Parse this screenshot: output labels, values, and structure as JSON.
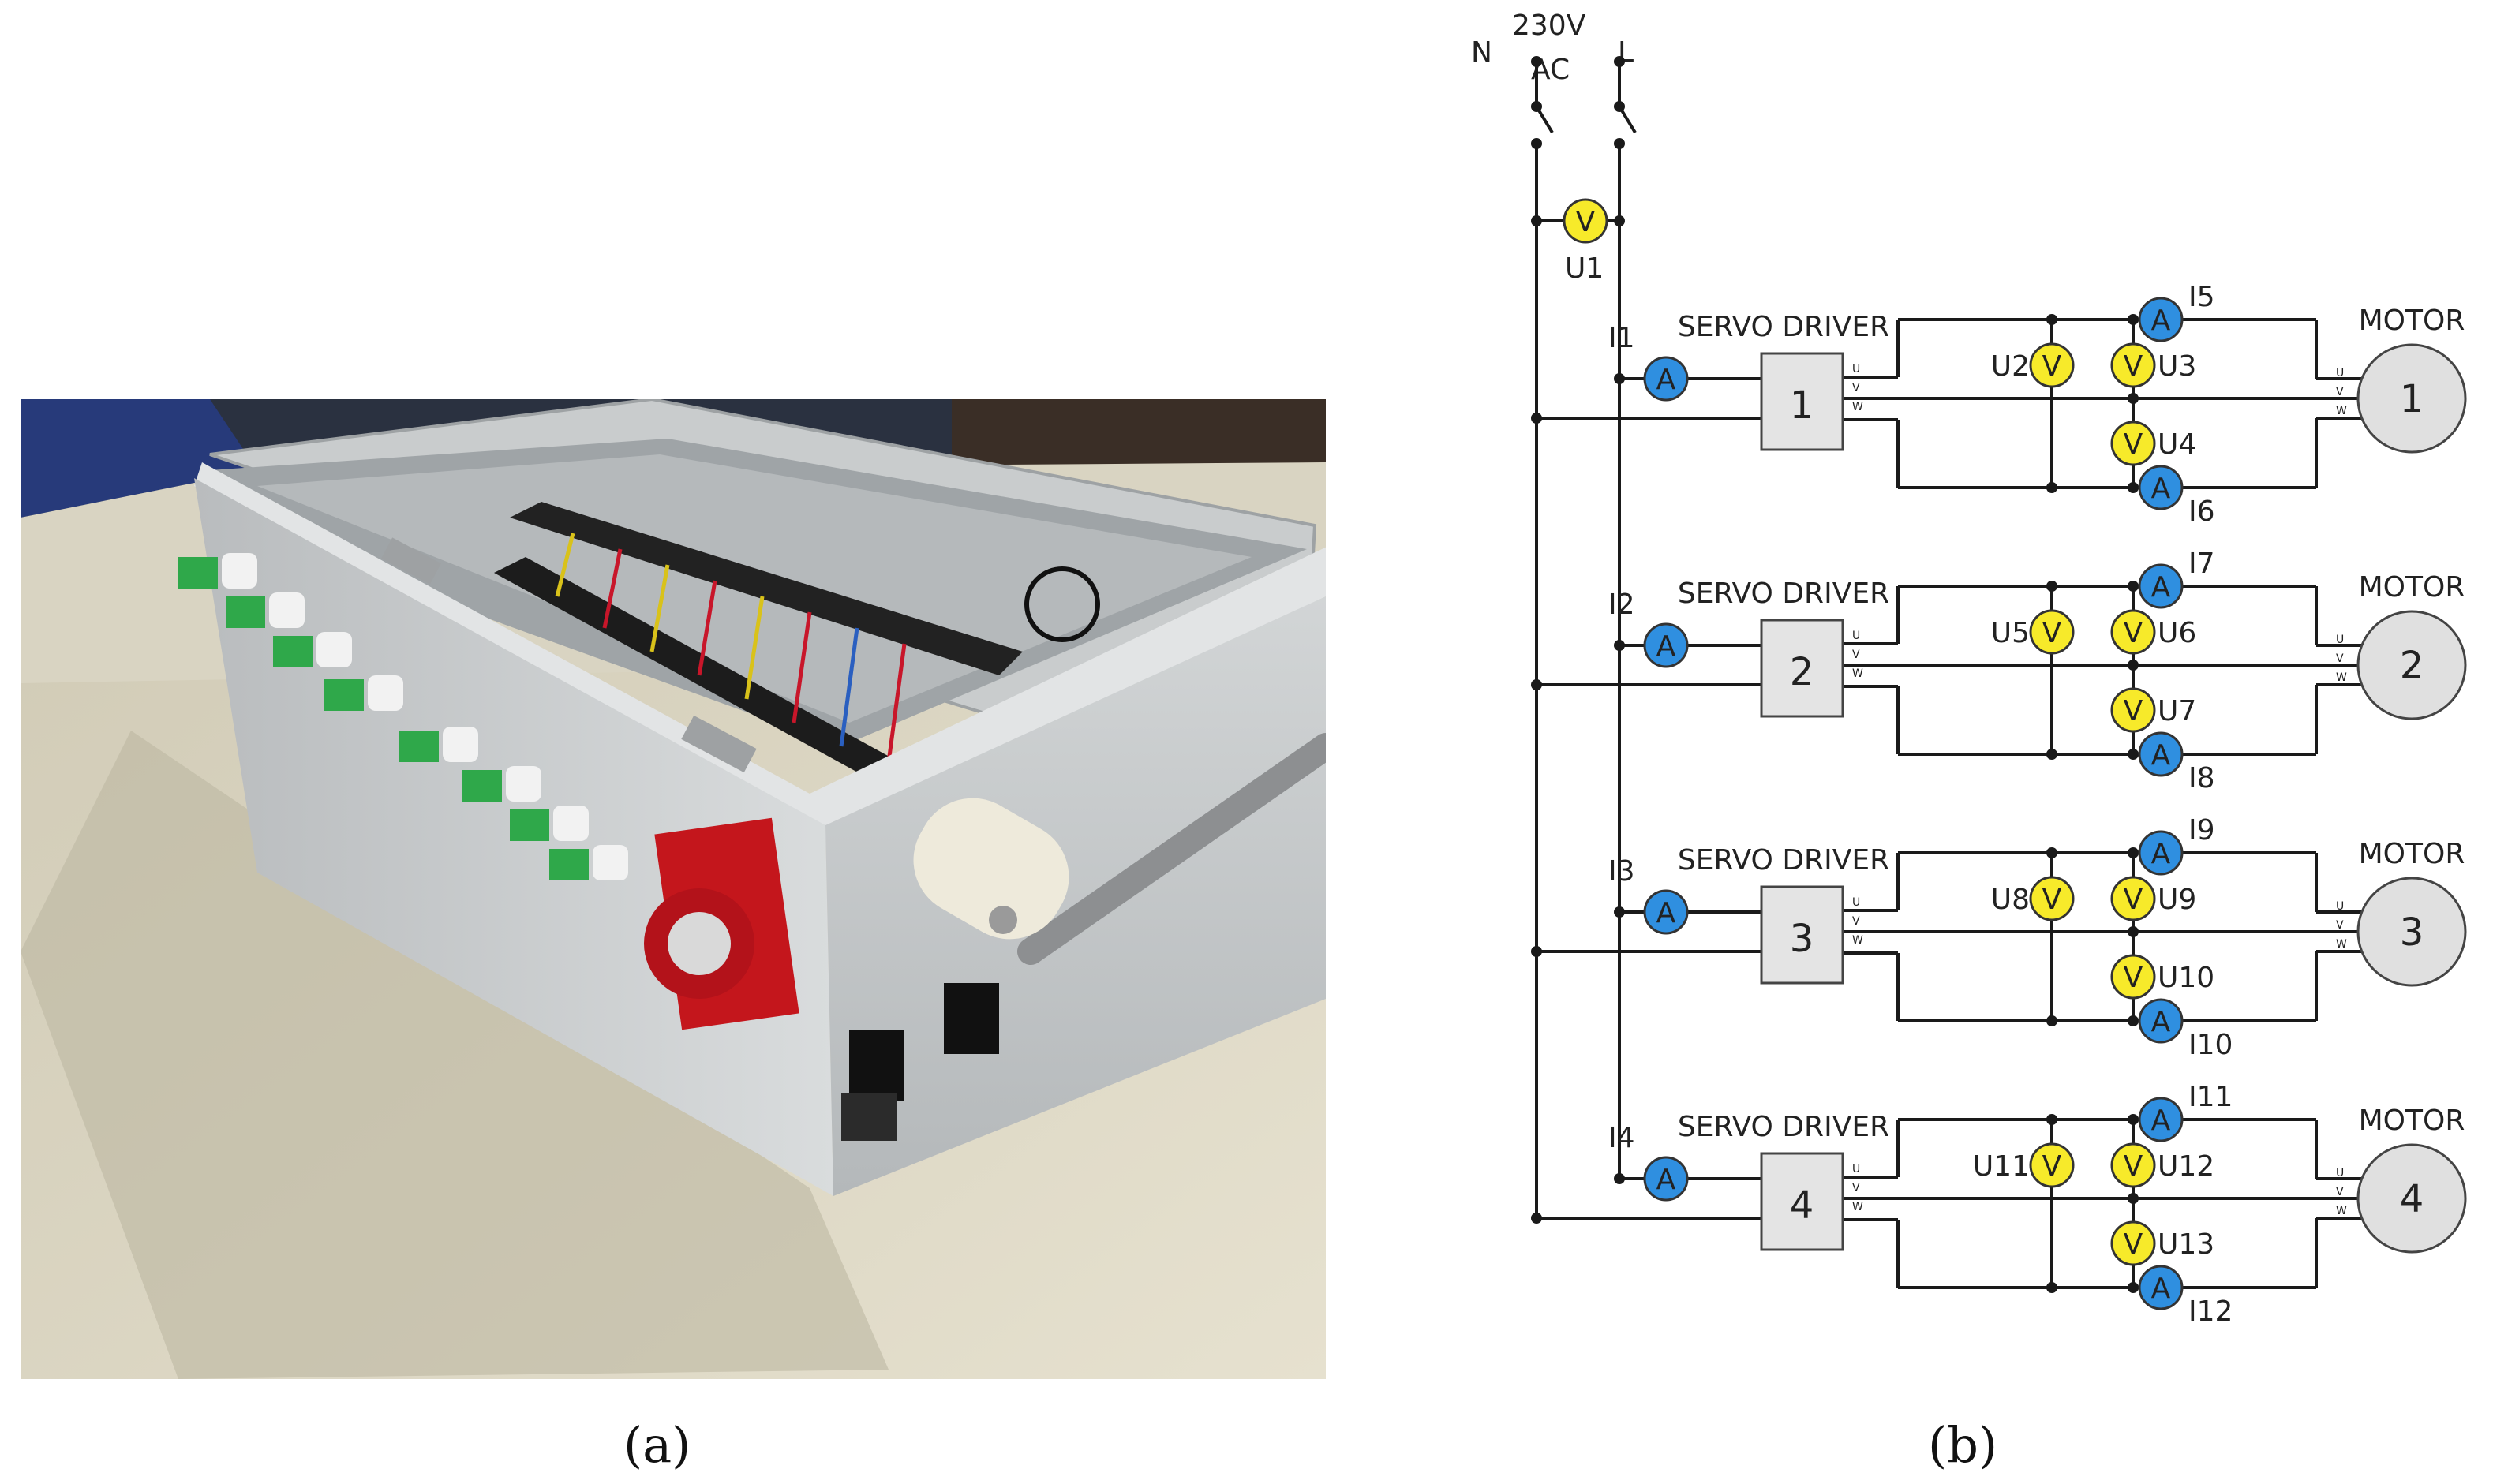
{
  "captions": {
    "a": "(a)",
    "b": "(b)"
  },
  "photo": {
    "description_icon": "electrical-test-box-photo-icon"
  },
  "supply": {
    "neutral": "N",
    "live": "L",
    "voltage_top": "230V",
    "voltage_bottom": "AC",
    "meter_label": "U1",
    "meter_symbol": "V"
  },
  "meter_symbols": {
    "voltmeter": "V",
    "ammeter": "A"
  },
  "terminals": {
    "u": "U",
    "v": "V",
    "w": "W"
  },
  "channels": [
    {
      "driver_label": "SERVO DRIVER",
      "driver_number": "1",
      "motor_label": "MOTOR",
      "motor_number": "1",
      "input_current": "I1",
      "volt_uv": "U2",
      "volt_vw": "U3",
      "volt_uw": "U4",
      "current_u": "I5",
      "current_w": "I6"
    },
    {
      "driver_label": "SERVO DRIVER",
      "driver_number": "2",
      "motor_label": "MOTOR",
      "motor_number": "2",
      "input_current": "I2",
      "volt_uv": "U5",
      "volt_vw": "U6",
      "volt_uw": "U7",
      "current_u": "I7",
      "current_w": "I8"
    },
    {
      "driver_label": "SERVO DRIVER",
      "driver_number": "3",
      "motor_label": "MOTOR",
      "motor_number": "3",
      "input_current": "I3",
      "volt_uv": "U8",
      "volt_vw": "U9",
      "volt_uw": "U10",
      "current_u": "I9",
      "current_w": "I10"
    },
    {
      "driver_label": "SERVO DRIVER",
      "driver_number": "4",
      "motor_label": "MOTOR",
      "motor_number": "4",
      "input_current": "I4",
      "volt_uv": "U11",
      "volt_vw": "U12",
      "volt_uw": "U13",
      "current_u": "I11",
      "current_w": "I12"
    }
  ],
  "colors": {
    "voltmeter": "#f7ea2a",
    "ammeter": "#2f8fe0",
    "box_fill": "#e4e4e4",
    "motor_fill": "#e0e0e0",
    "wire": "#1a1a1a"
  }
}
